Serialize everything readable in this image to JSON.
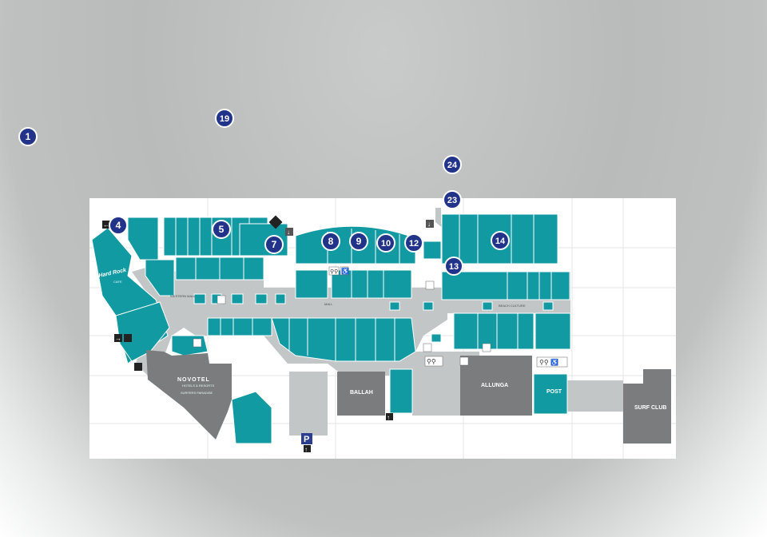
{
  "colors": {
    "unit": "#129aa3",
    "walkway": "#c3c6c7",
    "building": "#7a7c7e",
    "marker_fill": "#22338a",
    "marker_stroke": "#ffffff"
  },
  "markers": [
    {
      "id": "1",
      "label": "1"
    },
    {
      "id": "19",
      "label": "19"
    },
    {
      "id": "24",
      "label": "24"
    },
    {
      "id": "23",
      "label": "23"
    },
    {
      "id": "4",
      "label": "4"
    },
    {
      "id": "5",
      "label": "5"
    },
    {
      "id": "7",
      "label": "7"
    },
    {
      "id": "8",
      "label": "8"
    },
    {
      "id": "9",
      "label": "9"
    },
    {
      "id": "10",
      "label": "10"
    },
    {
      "id": "12",
      "label": "12"
    },
    {
      "id": "14",
      "label": "14"
    },
    {
      "id": "13",
      "label": "13"
    }
  ],
  "labels": {
    "hard_rock": "Hard Rock",
    "hard_rock_sub": "CAFE",
    "novotel": "NOVOTEL",
    "novotel_sub": "HOTELS & RESORTS",
    "novotel_sub2": "SURFERS PARADISE",
    "ballah": "BALLAH",
    "allunga": "ALLUNGA",
    "post": "POST",
    "surf_club": "SURF CLUB",
    "parking": "P",
    "mall": "MALL",
    "beach_culture": "BEACH CULTURE",
    "western_mall": "WESTERN MALL"
  }
}
